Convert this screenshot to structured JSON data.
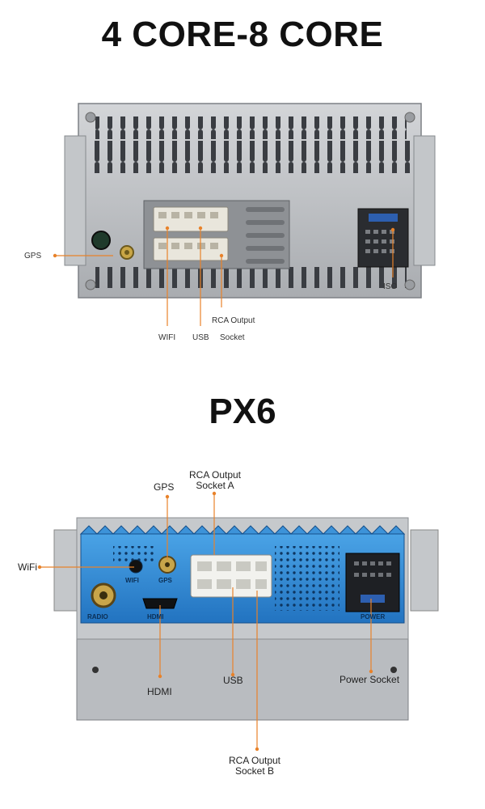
{
  "top_section": {
    "title": "4 CORE-8 CORE",
    "labels": {
      "gps": "GPS",
      "wifi": "WIFI",
      "usb": "USB",
      "rca_line1": "RCA Output",
      "rca_line2": "Socket",
      "iso": "ISO"
    }
  },
  "bottom_section": {
    "title": "PX6",
    "labels": {
      "wifi": "WiFi",
      "gps": "GPS",
      "rca_a_line1": "RCA Output",
      "rca_a_line2": "Socket A",
      "hdmi": "HDMI",
      "usb": "USB",
      "power_socket": "Power Socket",
      "rca_b_line1": "RCA Output",
      "rca_b_line2": "Socket B"
    },
    "panel_marks": {
      "radio": "RADIO",
      "hdmi": "HDMI",
      "wifi": "WIFI",
      "gps": "GPS",
      "power": "POWER"
    }
  },
  "colors": {
    "leader": "#e8822a",
    "panel_grey": "#b9bcc0",
    "panel_blue": "#2f86cf"
  }
}
